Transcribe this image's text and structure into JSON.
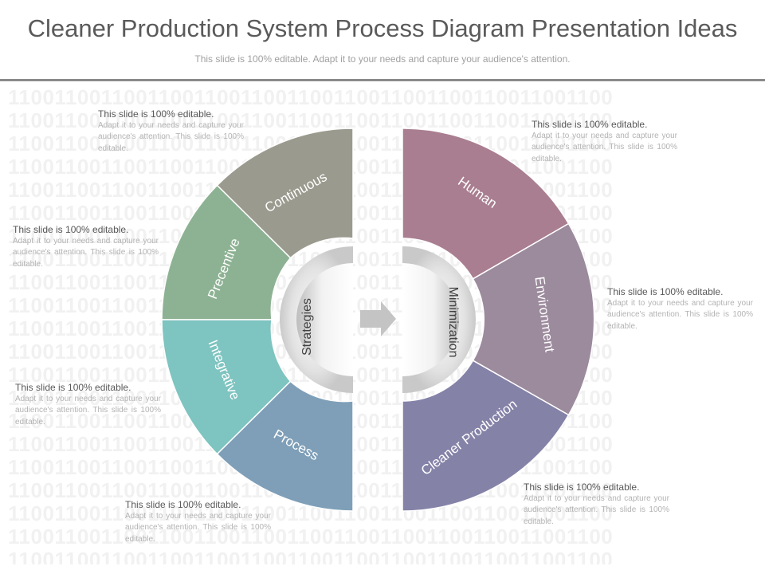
{
  "title": "Cleaner Production System Process Diagram Presentation Ideas",
  "subtitle": "This slide is 100% editable. Adapt it to your needs and capture your audience's attention.",
  "background_pattern": "1100110011001100110011001100110011001100110011001100",
  "colors": {
    "continuous": "#9b9a8e",
    "preventive": "#8db293",
    "integrative": "#7ec4c0",
    "process": "#7f9fb8",
    "human": "#a97e90",
    "environment": "#9c8a9d",
    "cleaner_production": "#8582a8",
    "arrow": "#c4c4c4"
  },
  "left": {
    "center_label": "Strategies",
    "segments": [
      {
        "key": "continuous",
        "label": "Continuous"
      },
      {
        "key": "preventive",
        "label": "Precentive"
      },
      {
        "key": "integrative",
        "label": "Integrative"
      },
      {
        "key": "process",
        "label": "Process"
      }
    ]
  },
  "right": {
    "center_label": "Minimization",
    "segments": [
      {
        "key": "human",
        "label": "Human"
      },
      {
        "key": "environment",
        "label": "Environment"
      },
      {
        "key": "cleaner_production",
        "label": "Cleaner Production"
      }
    ]
  },
  "notes": [
    {
      "head": "This slide is 100% editable.",
      "body": "Adapt it to your needs and capture your audience's attention. This slide is 100% editable."
    },
    {
      "head": "This slide is 100% editable.",
      "body": "Adapt it to your needs and capture your audience's attention. This slide is 100% editable."
    },
    {
      "head": "This slide is 100% editable.",
      "body": "Adapt it to your needs and capture your audience's attention. This slide is 100% editable."
    },
    {
      "head": "This slide is 100% editable.",
      "body": "Adapt it to your needs and capture your audience's attention. This slide is 100% editable."
    },
    {
      "head": "This slide is 100% editable.",
      "body": "Adapt it to your needs and capture your audience's attention. This slide is 100% editable."
    },
    {
      "head": "This slide is 100% editable.",
      "body": "Adapt it to your needs and capture your audience's attention. This slide is 100% editable."
    },
    {
      "head": "This slide is 100% editable.",
      "body": "Adapt it to your needs and capture your audience's attention. This slide is 100% editable."
    }
  ]
}
